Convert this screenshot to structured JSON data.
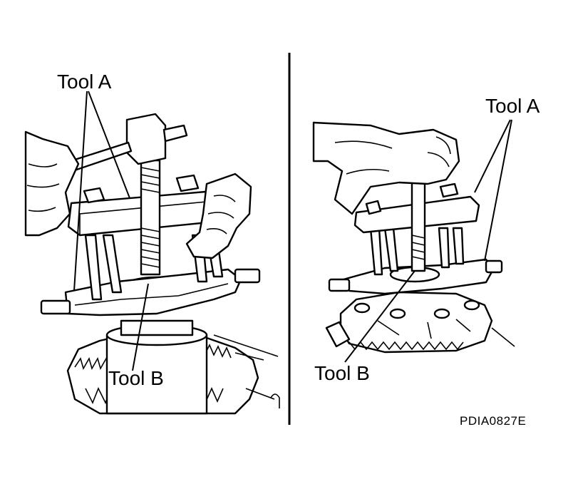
{
  "labels": {
    "left_tool_a": "Tool A",
    "left_tool_b": "Tool B",
    "right_tool_a": "Tool A",
    "right_tool_b": "Tool B"
  },
  "figure_code": "PDIA0827E",
  "colors": {
    "ink": "#000000",
    "paper": "#ffffff"
  }
}
